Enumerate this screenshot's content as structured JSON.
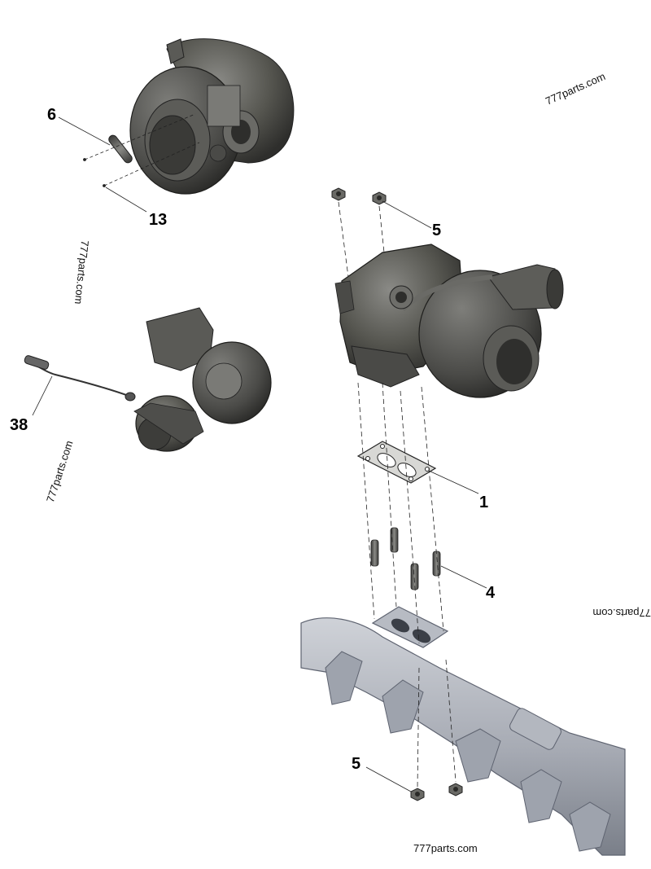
{
  "diagram": {
    "callouts": {
      "c6": "6",
      "c13": "13",
      "c5_top": "5",
      "c38": "38",
      "c1": "1",
      "c4": "4",
      "c5_bottom": "5"
    },
    "watermarks": {
      "w1": "777parts.com",
      "w2": "777parts.com",
      "w3": "777parts.com",
      "w4": "77parts.com",
      "w5": "777parts.com"
    }
  },
  "colors": {
    "turbo_dark": "#4a4a48",
    "turbo_mid": "#6b6b68",
    "manifold": "#a9adb6",
    "manifold_dark": "#7e838d"
  }
}
